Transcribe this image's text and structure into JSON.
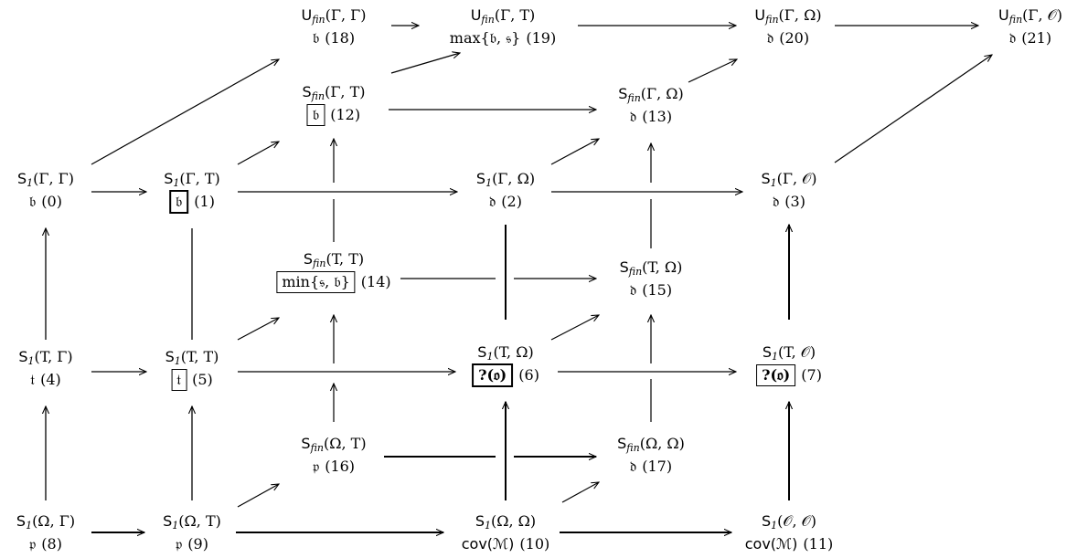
{
  "nodes": [
    {
      "id": "n18",
      "label": {
        "pre": "U",
        "sub": "fin",
        "args": "(Γ, Γ)"
      },
      "value": "𝔟",
      "index": "(18)"
    },
    {
      "id": "n19",
      "label": {
        "pre": "U",
        "sub": "fin",
        "args": "(Γ, T)"
      },
      "value": "max{𝔟, 𝔰}",
      "index": "(19)"
    },
    {
      "id": "n20",
      "label": {
        "pre": "U",
        "sub": "fin",
        "args": "(Γ, Ω)"
      },
      "value": "𝔡",
      "index": "(20)"
    },
    {
      "id": "n21",
      "label": {
        "pre": "U",
        "sub": "fin",
        "args": "(Γ, 𝒪)"
      },
      "value": "𝔡",
      "index": "(21)"
    },
    {
      "id": "n12",
      "label": {
        "pre": "S",
        "sub": "fin",
        "args": "(Γ, T)"
      },
      "value": "𝔟",
      "index": "(12)",
      "boxed": true
    },
    {
      "id": "n13",
      "label": {
        "pre": "S",
        "sub": "fin",
        "args": "(Γ, Ω)"
      },
      "value": "𝔡",
      "index": "(13)"
    },
    {
      "id": "n0",
      "label": {
        "pre": "S",
        "sub": "1",
        "args": "(Γ, Γ)"
      },
      "value": "𝔟",
      "index": "(0)"
    },
    {
      "id": "n1",
      "label": {
        "pre": "S",
        "sub": "1",
        "args": "(Γ, T)"
      },
      "value": "𝔟",
      "index": "(1)",
      "boxed": true,
      "thick": true
    },
    {
      "id": "n2",
      "label": {
        "pre": "S",
        "sub": "1",
        "args": "(Γ, Ω)"
      },
      "value": "𝔡",
      "index": "(2)"
    },
    {
      "id": "n3",
      "label": {
        "pre": "S",
        "sub": "1",
        "args": "(Γ, 𝒪)"
      },
      "value": "𝔡",
      "index": "(3)"
    },
    {
      "id": "n14",
      "label": {
        "pre": "S",
        "sub": "fin",
        "args": "(T, T)"
      },
      "value": "min{𝔰, 𝔟}",
      "index": "(14)",
      "boxed": true
    },
    {
      "id": "n15",
      "label": {
        "pre": "S",
        "sub": "fin",
        "args": "(T, Ω)"
      },
      "value": "𝔡",
      "index": "(15)"
    },
    {
      "id": "n4",
      "label": {
        "pre": "S",
        "sub": "1",
        "args": "(T, Γ)"
      },
      "value": "𝔱",
      "index": "(4)"
    },
    {
      "id": "n5",
      "label": {
        "pre": "S",
        "sub": "1",
        "args": "(T, T)"
      },
      "value": "𝔱",
      "index": "(5)",
      "boxed": true
    },
    {
      "id": "n6",
      "label": {
        "pre": "S",
        "sub": "1",
        "args": "(T, Ω)"
      },
      "value": "?(𝔬)",
      "index": "(6)",
      "boxed": true,
      "thick": true,
      "bold": true
    },
    {
      "id": "n7",
      "label": {
        "pre": "S",
        "sub": "1",
        "args": "(T, 𝒪)"
      },
      "value": "?(𝔬)",
      "index": "(7)",
      "boxed": true,
      "bold": true
    },
    {
      "id": "n16",
      "label": {
        "pre": "S",
        "sub": "fin",
        "args": "(Ω, T)"
      },
      "value": "𝔭",
      "index": "(16)"
    },
    {
      "id": "n17",
      "label": {
        "pre": "S",
        "sub": "fin",
        "args": "(Ω, Ω)"
      },
      "value": "𝔡",
      "index": "(17)"
    },
    {
      "id": "n8",
      "label": {
        "pre": "S",
        "sub": "1",
        "args": "(Ω, Γ)"
      },
      "value": "𝔭",
      "index": "(8)"
    },
    {
      "id": "n9",
      "label": {
        "pre": "S",
        "sub": "1",
        "args": "(Ω, T)"
      },
      "value": "𝔭",
      "index": "(9)"
    },
    {
      "id": "n10",
      "label": {
        "pre": "S",
        "sub": "1",
        "args": "(Ω, Ω)"
      },
      "value": "cov(ℳ)",
      "index": "(10)",
      "sans": true
    },
    {
      "id": "n11",
      "label": {
        "pre": "S",
        "sub": "1",
        "args": "(𝒪, 𝒪)"
      },
      "value": "cov(ℳ)",
      "index": "(11)",
      "sans": true
    }
  ]
}
